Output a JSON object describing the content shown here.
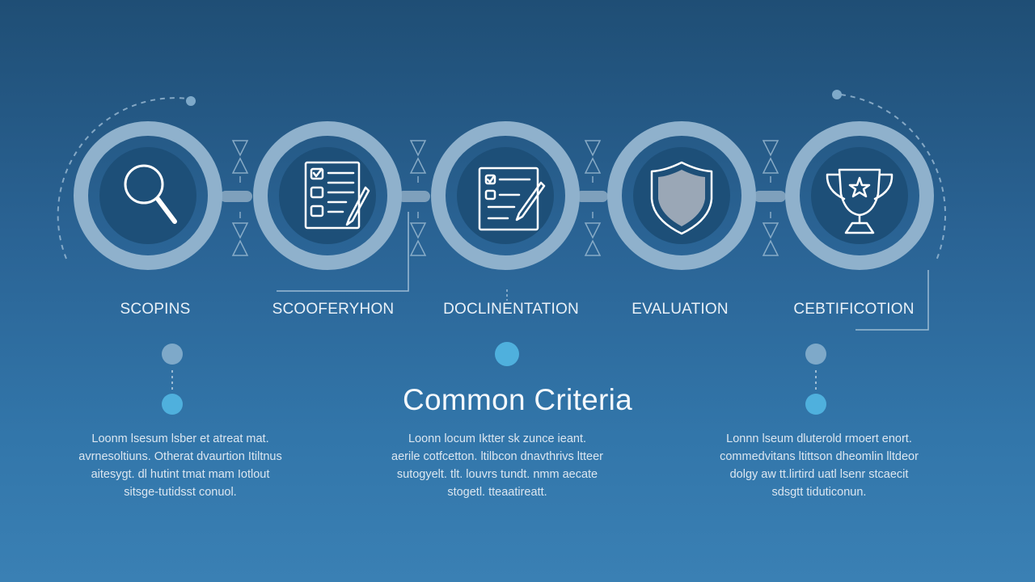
{
  "diagram": {
    "title": "Common Criteria",
    "steps": [
      {
        "label": "SCOPINS",
        "icon": "magnifying-glass-icon"
      },
      {
        "label": "SCOOFERYHON",
        "icon": "checklist-icon"
      },
      {
        "label": "DOCLINENTATION",
        "icon": "document-pen-icon"
      },
      {
        "label": "EVALUATION",
        "icon": "shield-icon"
      },
      {
        "label": "CEBTIFICOTION",
        "icon": "trophy-icon"
      }
    ],
    "descriptions": [
      {
        "lines": [
          "Loonm lsesum lsber et atreat mat.",
          "avrnesoltiuns. Otherat dvaurtion Itiltnus",
          "aitesygt. dl hutint tmat mam Iotlout",
          "sitsge-tutidsst conuol."
        ]
      },
      {
        "lines": [
          "Loonn locum Iktter sk zunce ieant.",
          "aerile cotfcetton. ltilbcon dnavthrivs ltteer",
          "sutogyelt. tlt. louvrs tundt. nmm aecate",
          "stogetl. tteaatireatt."
        ]
      },
      {
        "lines": [
          "Lonnn lseum dluterold rmoert enort.",
          "commedvitans ltittson dheomlin lltdeor",
          "dolgy aw tt.lirtird uatl lsenr stcaecit",
          "sdsgtt tiduticonun."
        ]
      }
    ],
    "colors": {
      "background_top": "#1f4e75",
      "background_bottom": "#3a80b4",
      "ring": "#8fb1cc",
      "disc": "#1d4f78",
      "icon_stroke": "#ffffff",
      "dot_light": "#7ea9c9",
      "dot_accent": "#4fb0dd"
    }
  }
}
